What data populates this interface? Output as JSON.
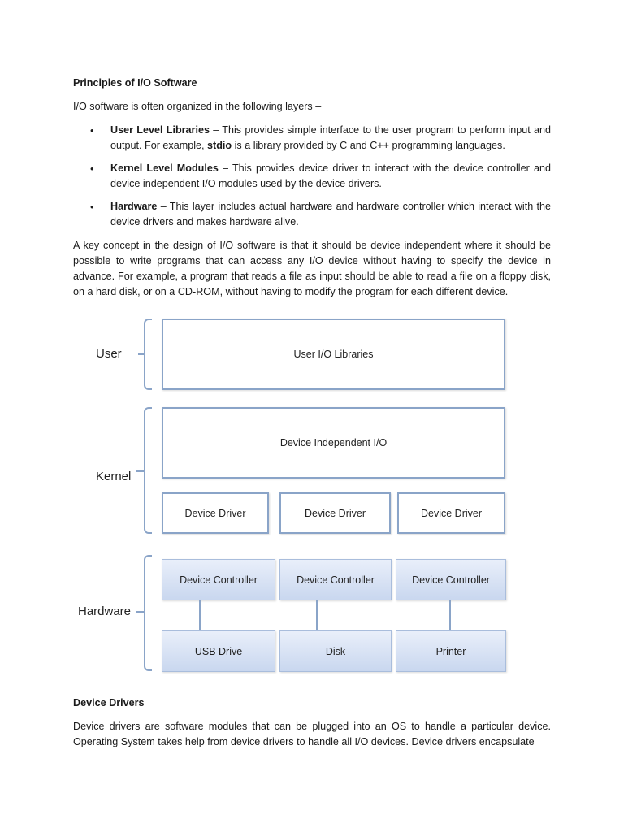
{
  "section1": {
    "heading": "Principles of I/O Software",
    "intro": "I/O software is often organized in the following layers –",
    "bullets": [
      {
        "term": "User Level Libraries",
        "text_before": " – This provides simple interface to the user program to perform input and output. For example, ",
        "emph": "stdio",
        "text_after": " is a library provided by C and C++ programming languages."
      },
      {
        "term": "Kernel Level Modules",
        "text_before": " – This provides device driver to interact with the device controller and device independent I/O modules used by the device drivers.",
        "emph": "",
        "text_after": ""
      },
      {
        "term": "Hardware",
        "text_before": " – This layer includes actual hardware and hardware controller which interact with the device drivers and makes hardware alive.",
        "emph": "",
        "text_after": ""
      }
    ],
    "paragraph": "A key concept in the design of I/O software is that it should be device independent where it should be possible to write programs that can access any I/O device without having to specify the device in advance. For example, a program that reads a file as input should be able to read a file on a floppy disk, on a hard disk, or on a CD-ROM, without having to modify the program for each different device."
  },
  "diagram": {
    "layers": {
      "user": "User",
      "kernel": "Kernel",
      "hardware": "Hardware"
    },
    "user_box": "User I/O Libraries",
    "device_independent_box": "Device Independent I/O",
    "drivers": [
      "Device Driver",
      "Device Driver",
      "Device Driver"
    ],
    "controllers": [
      "Device Controller",
      "Device Controller",
      "Device Controller"
    ],
    "devices": [
      "USB Drive",
      "Disk",
      "Printer"
    ]
  },
  "section2": {
    "heading": "Device Drivers",
    "paragraph": "Device drivers are software modules that can be plugged into an OS to handle a particular device. Operating System takes help from device drivers to handle all I/O devices. Device drivers encapsulate"
  }
}
